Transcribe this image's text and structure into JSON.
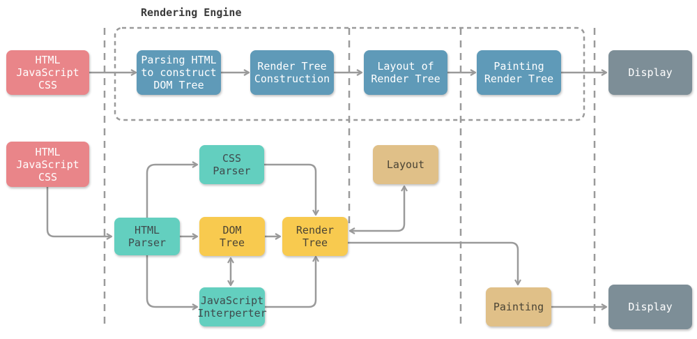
{
  "title": "Rendering Engine",
  "colors": {
    "input": "#e98589",
    "engine_step": "#5f9ab8",
    "display": "#7d8e97",
    "parser": "#63cfbf",
    "tree": "#f8ca4f",
    "layout_paint": "#e0c088",
    "line": "#9a9a9a"
  },
  "top_flow": {
    "input": "HTML\nJavaScript\nCSS",
    "parse": "Parsing HTML\nto construct\nDOM Tree",
    "render_tree": "Render Tree\nConstruction",
    "layout": "Layout of\nRender Tree",
    "painting": "Painting\nRender Tree",
    "display": "Display"
  },
  "bottom_flow": {
    "input": "HTML\nJavaScript\nCSS",
    "css_parser": "CSS\nParser",
    "html_parser": "HTML\nParser",
    "dom_tree": "DOM\nTree",
    "js_interpreter": "JavaScript\nInterperter",
    "render_tree": "Render\nTree",
    "layout": "Layout",
    "painting": "Painting",
    "display": "Display"
  }
}
